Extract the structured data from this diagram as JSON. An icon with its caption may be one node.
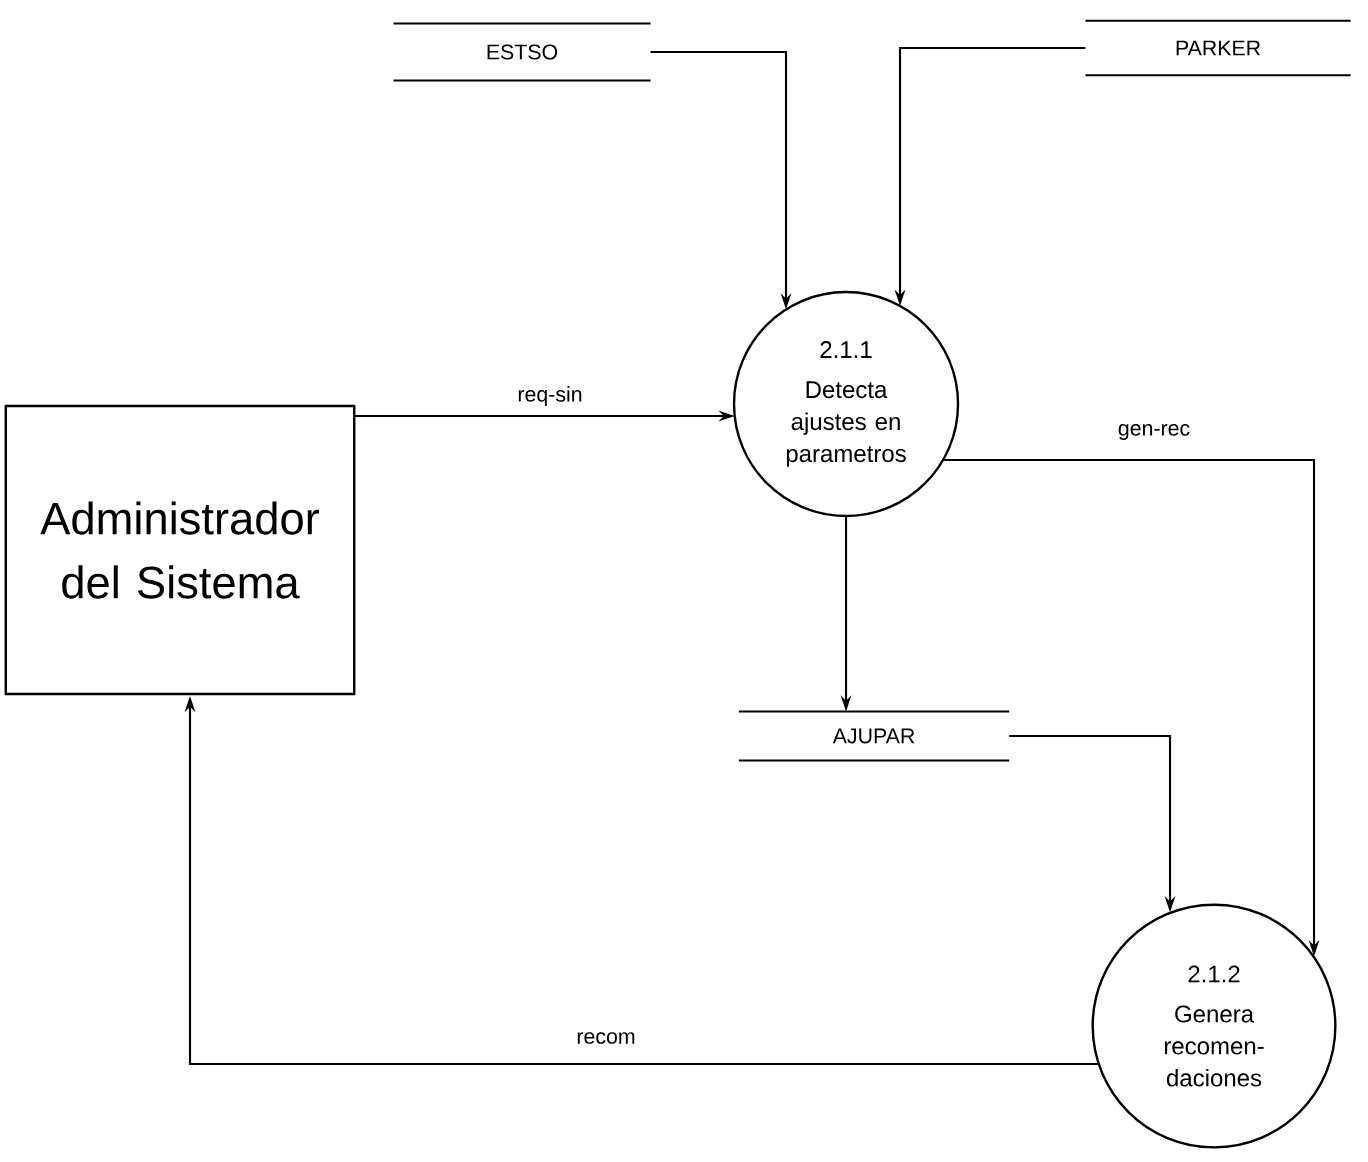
{
  "diagram": {
    "nodes": [
      {
        "text": [
          "ESTSO"
        ]
      },
      {
        "text": [
          "PARKER"
        ]
      },
      {
        "text": [
          "Administrador del Sistema"
        ]
      },
      {
        "text": [
          "2.1.1",
          "Detecta ajustes en parametros"
        ]
      },
      {
        "text": [
          "AJUPAR"
        ]
      },
      {
        "text": [
          "2.1.2",
          "Genera recomen- daciones"
        ]
      }
    ],
    "edges": [
      {
        "from": 0,
        "to": 3,
        "arrow": "to"
      },
      {
        "from": 1,
        "to": 3,
        "arrow": "to"
      },
      {
        "from": 2,
        "to": 3,
        "arrow": "to",
        "label": "req-sin"
      },
      {
        "from": 3,
        "to": 4,
        "arrow": "to"
      },
      {
        "from": 3,
        "to": 5,
        "arrow": "to",
        "label": "gen-rec"
      },
      {
        "from": 4,
        "to": 5,
        "arrow": "to"
      },
      {
        "from": 5,
        "to": 2,
        "arrow": "to",
        "label": "recom"
      }
    ]
  }
}
